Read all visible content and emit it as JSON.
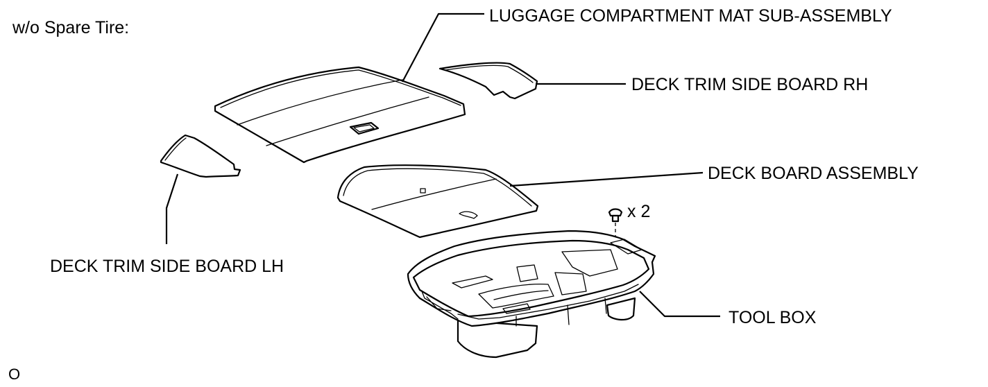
{
  "heading": "w/o Spare Tire:",
  "labels": {
    "luggage_mat": "LUGGAGE COMPARTMENT MAT SUB-ASSEMBLY",
    "side_board_rh": "DECK TRIM SIDE BOARD RH",
    "deck_board": "DECK BOARD ASSEMBLY",
    "side_board_lh": "DECK TRIM SIDE BOARD LH",
    "tool_box": "TOOL BOX",
    "clip_qty": "x 2"
  },
  "corner_mark": "O"
}
